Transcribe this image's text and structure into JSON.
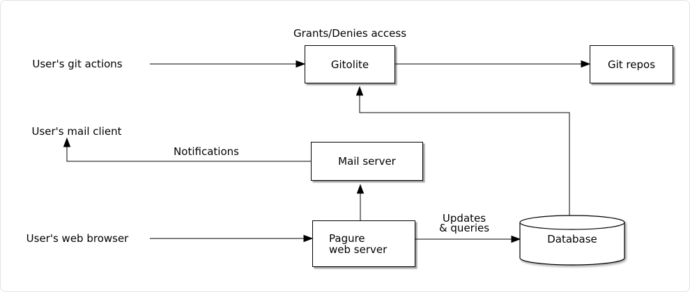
{
  "diagram": {
    "nodes": {
      "gitolite": "Gitolite",
      "git_repos": "Git repos",
      "mail_server": "Mail server",
      "pagure_line1": "Pagure",
      "pagure_line2": "web server",
      "database": "Database"
    },
    "edge_labels": {
      "grants_denies": "Grants/Denies access",
      "notifications": "Notifications",
      "updates_line1": "Updates",
      "updates_line2": "& queries"
    },
    "external_entities": {
      "git_actions": "User's git actions",
      "mail_client": "User's mail client",
      "web_browser": "User's web browser"
    },
    "edges": [
      {
        "from": "User's git actions",
        "to": "Gitolite",
        "label": ""
      },
      {
        "from": "Gitolite",
        "to": "Git repos",
        "label": "Grants/Denies access"
      },
      {
        "from": "Mail server",
        "to": "User's mail client",
        "label": "Notifications"
      },
      {
        "from": "Pagure web server",
        "to": "Mail server",
        "label": ""
      },
      {
        "from": "User's web browser",
        "to": "Pagure web server",
        "label": ""
      },
      {
        "from": "Pagure web server",
        "to": "Database",
        "label": "Updates & queries"
      },
      {
        "from": "Database",
        "to": "Gitolite",
        "label": ""
      }
    ],
    "colors": {
      "background": "#ffffff",
      "node_fill": "#ffffff",
      "node_border": "#000000",
      "line": "#000000",
      "text": "#000000"
    }
  }
}
